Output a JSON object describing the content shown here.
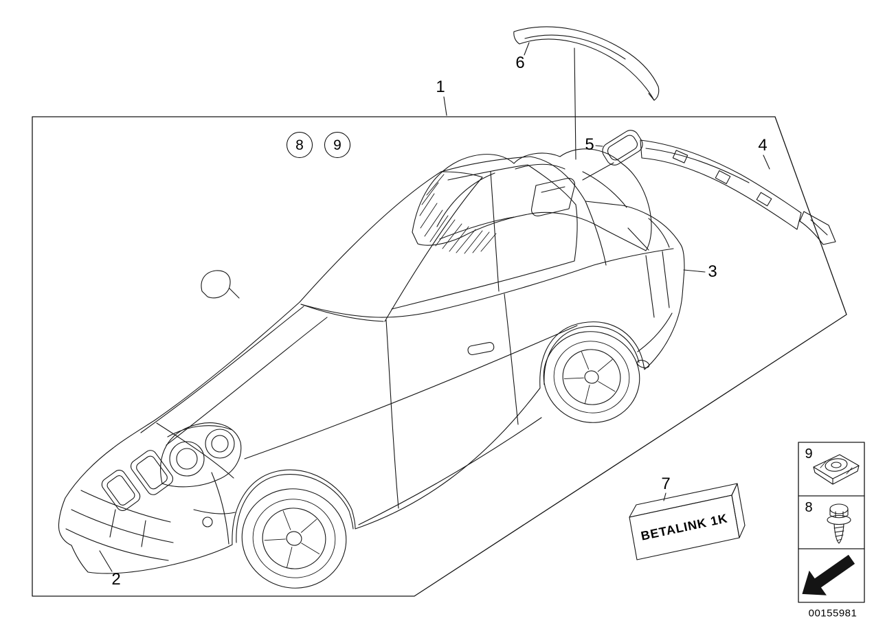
{
  "diagram": {
    "callouts": {
      "kit": "1",
      "front_spoiler": "2",
      "rear_bumper": "3",
      "rear_diffuser": "4",
      "cover": "5",
      "rear_spoiler_lip": "6",
      "adhesive": "7",
      "screw": "8",
      "clip": "9"
    },
    "inline_fasteners": {
      "screw_badge": "8",
      "clip_badge": "9"
    },
    "legend": {
      "clip_item_number": "9",
      "screw_item_number": "8",
      "icons": {
        "clip": "clip-nut-icon",
        "screw": "hex-screw-icon",
        "arrow": "direction-of-travel-arrow-icon"
      }
    },
    "adhesive_box": {
      "label": "BETALINK 1K"
    },
    "image_number": "00155981",
    "colors": {
      "background": "#ffffff",
      "line": "#141414"
    }
  }
}
